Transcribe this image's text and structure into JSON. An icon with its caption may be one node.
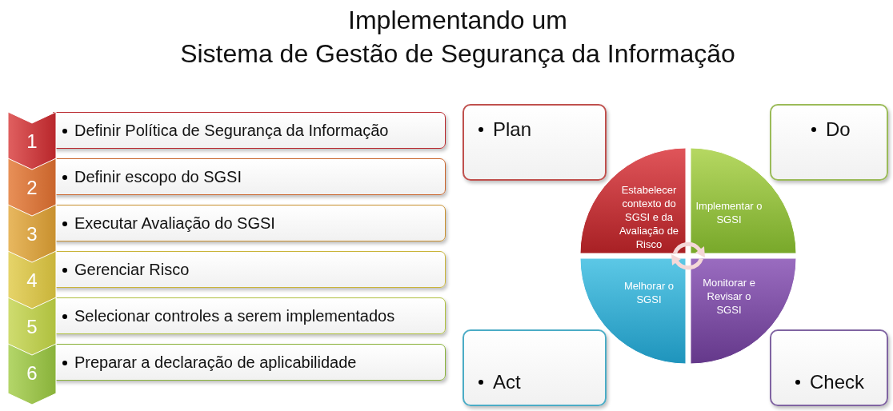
{
  "diagram": {
    "title": "Implementando um Sistema de Gestão de Segurança da Informação",
    "nodes": [
      {
        "text": [
          "1"
        ]
      },
      {
        "text": [
          "Definir Política de Segurança da Informação"
        ]
      },
      {
        "text": [
          "2"
        ]
      },
      {
        "text": [
          "Definir escopo do SGSI"
        ]
      },
      {
        "text": [
          "3"
        ]
      },
      {
        "text": [
          "Executar Avaliação do SGSI"
        ]
      },
      {
        "text": [
          "4"
        ]
      },
      {
        "text": [
          "Gerenciar Risco"
        ]
      },
      {
        "text": [
          "5"
        ]
      },
      {
        "text": [
          "Selecionar controles a serem implementados"
        ]
      },
      {
        "text": [
          "6"
        ]
      },
      {
        "text": [
          "Preparar a declaração de aplicabilidade"
        ]
      },
      {
        "text": [
          "Plan"
        ]
      },
      {
        "text": [
          "Do"
        ]
      },
      {
        "text": [
          "Estabelecer contexto do SGSI e da Avaliação de Risco"
        ]
      },
      {
        "text": [
          "Implementar o SGSI"
        ]
      },
      {
        "text": [
          "Melhorar o SGSI"
        ]
      },
      {
        "text": [
          "Monitorar e Revisar o SGSI"
        ]
      },
      {
        "text": [
          "Act"
        ]
      },
      {
        "text": [
          "Check"
        ]
      }
    ]
  }
}
